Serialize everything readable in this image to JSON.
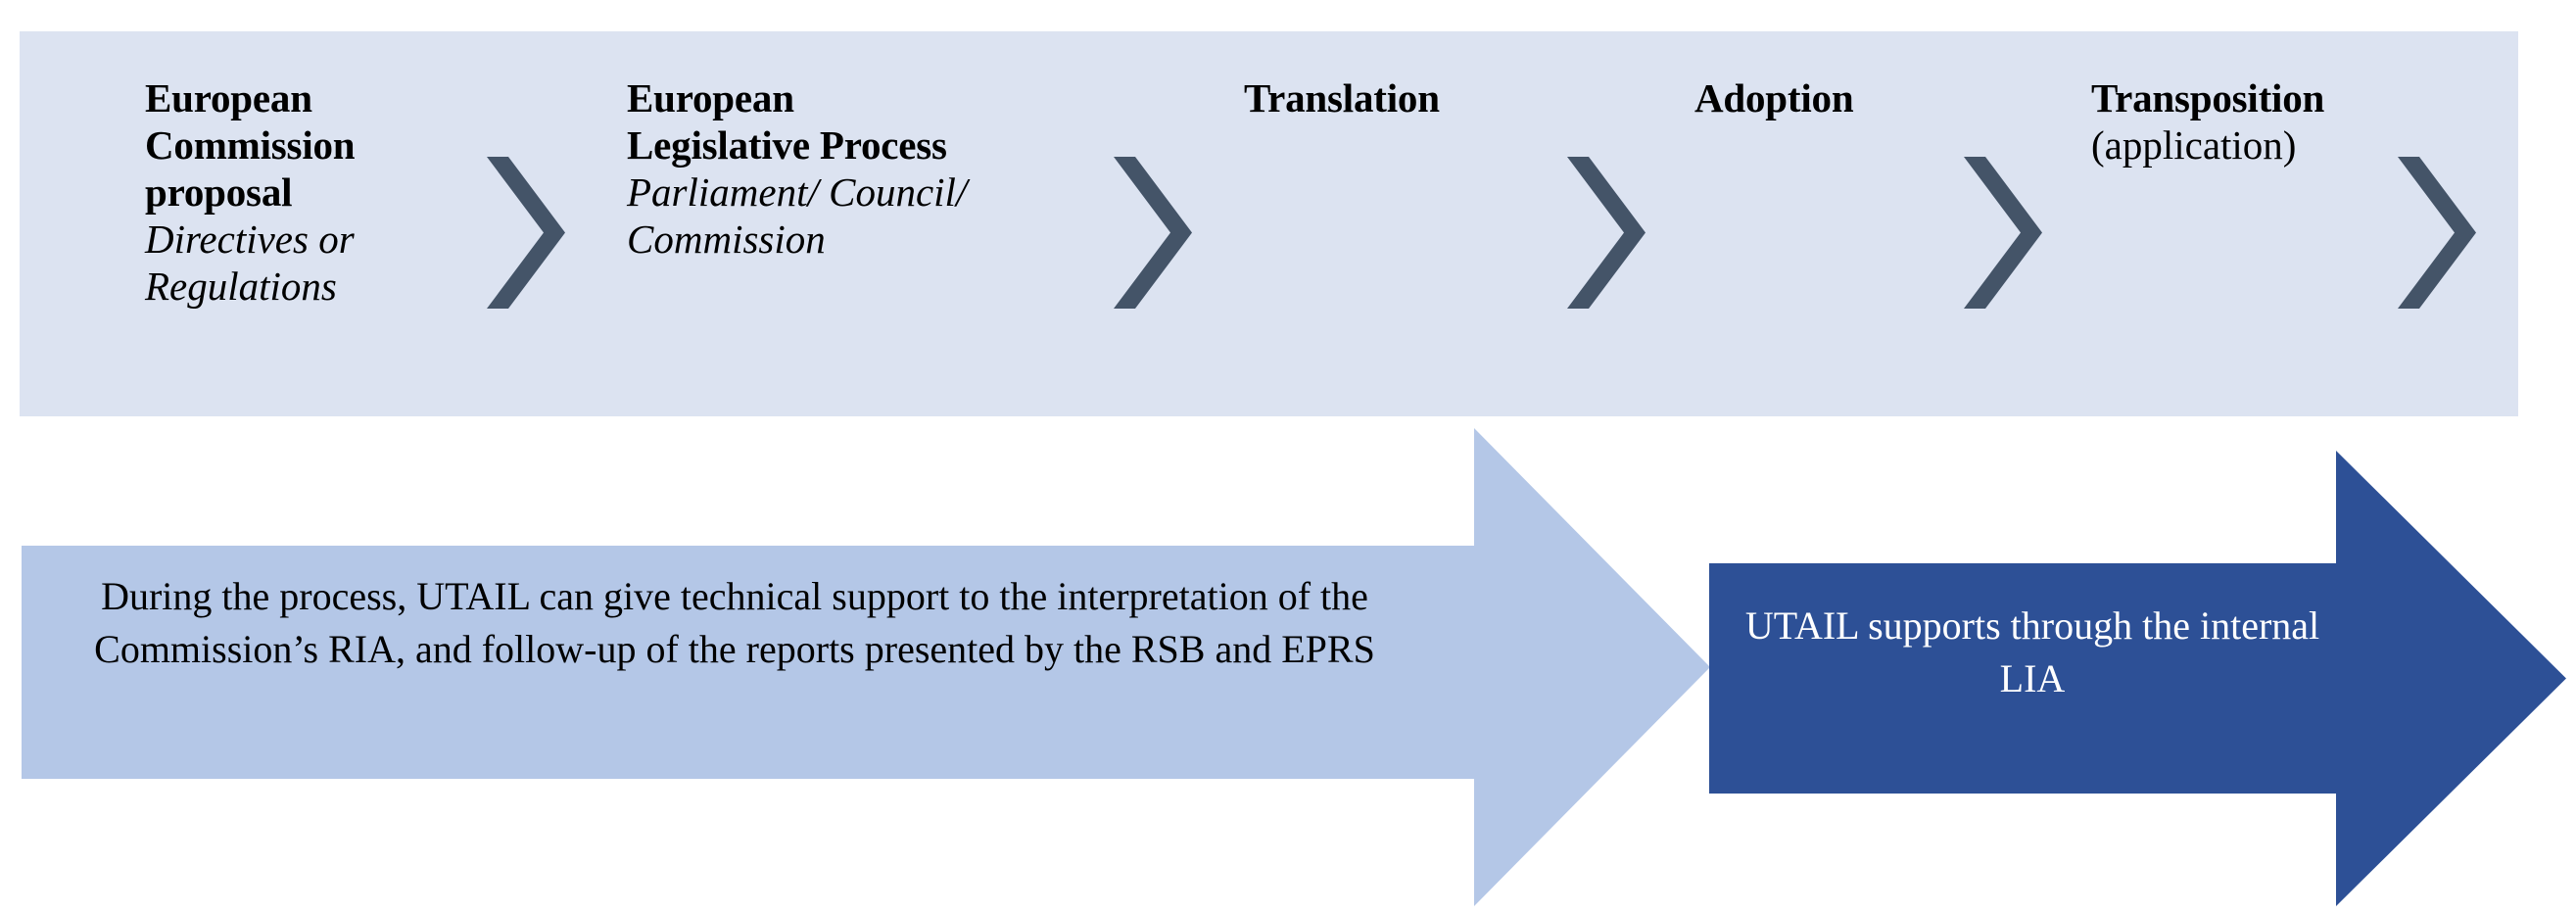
{
  "colors": {
    "banner_bg": "#dce3f1",
    "chevron": "#445468",
    "light_arrow": "#b4c7e7",
    "dark_arrow": "#2d5096",
    "text_dark": "#000000",
    "text_light": "#ffffff"
  },
  "process": {
    "stages": [
      {
        "title": "European\nCommission\nproposal",
        "subtitle": "Directives or\nRegulations",
        "subtitle_style": "italic"
      },
      {
        "title": "European\nLegislative Process",
        "subtitle": "Parliament/ Council/\nCommission",
        "subtitle_style": "italic"
      },
      {
        "title": "Translation",
        "subtitle": "",
        "subtitle_style": "none"
      },
      {
        "title": "Adoption",
        "subtitle": "",
        "subtitle_style": "none"
      },
      {
        "title": "Transposition",
        "subtitle": "(application)",
        "subtitle_style": "plain"
      }
    ],
    "separator_icon": "chevron-right-icon",
    "separator_count": 5
  },
  "support": {
    "light_arrow": {
      "icon": "right-block-arrow-icon",
      "text": "During the process, UTAIL can give technical support to the interpretation of the Commission’s RIA, and follow-up of the reports presented by the RSB and EPRS"
    },
    "dark_arrow": {
      "icon": "right-block-arrow-icon",
      "text": "UTAIL supports through the internal LIA"
    }
  }
}
